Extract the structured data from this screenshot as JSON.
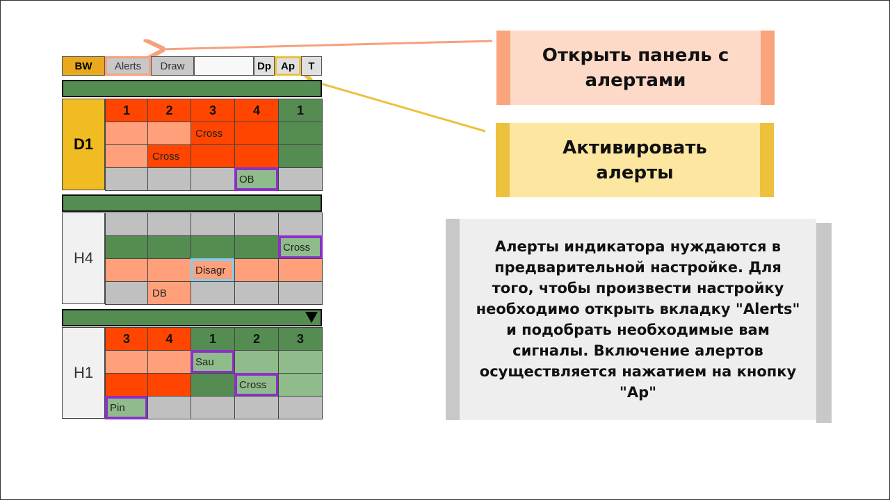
{
  "toolbar": {
    "bw": "BW",
    "alerts": "Alerts",
    "draw": "Draw",
    "dp": "Dp",
    "ap": "Ap",
    "t": "T"
  },
  "colors": {
    "R": "#ff4500",
    "P": "#ffa07a",
    "G": "#548c52",
    "L": "#8fbc8a",
    "S": "#c0c0c0",
    "purple": "#8b30c8",
    "blue": "#87ceeb"
  },
  "sections": [
    {
      "label": "D1",
      "rows": [
        [
          {
            "c": "R",
            "t": "1",
            "n": 1
          },
          {
            "c": "R",
            "t": "2",
            "n": 1
          },
          {
            "c": "R",
            "t": "3",
            "n": 1
          },
          {
            "c": "R",
            "t": "4",
            "n": 1
          },
          {
            "c": "G",
            "t": "1",
            "n": 1
          }
        ],
        [
          {
            "c": "P"
          },
          {
            "c": "P"
          },
          {
            "c": "R",
            "t": "Cross"
          },
          {
            "c": "R"
          },
          {
            "c": "G"
          }
        ],
        [
          {
            "c": "P"
          },
          {
            "c": "R",
            "t": "Cross"
          },
          {
            "c": "R"
          },
          {
            "c": "R"
          },
          {
            "c": "G"
          }
        ],
        [
          {
            "c": "S"
          },
          {
            "c": "S"
          },
          {
            "c": "S"
          },
          {
            "c": "L",
            "t": "OB",
            "h": "p"
          },
          {
            "c": "S"
          }
        ]
      ]
    },
    {
      "label": "H4",
      "rows": [
        [
          {
            "c": "S"
          },
          {
            "c": "S"
          },
          {
            "c": "S"
          },
          {
            "c": "S"
          },
          {
            "c": "S"
          }
        ],
        [
          {
            "c": "G"
          },
          {
            "c": "G"
          },
          {
            "c": "G"
          },
          {
            "c": "G"
          },
          {
            "c": "L",
            "t": "Cross",
            "h": "p"
          }
        ],
        [
          {
            "c": "P"
          },
          {
            "c": "P"
          },
          {
            "c": "P",
            "t": "Disagr",
            "h": "b"
          },
          {
            "c": "P"
          },
          {
            "c": "P"
          }
        ],
        [
          {
            "c": "S"
          },
          {
            "c": "P",
            "t": "DB"
          },
          {
            "c": "S"
          },
          {
            "c": "S"
          },
          {
            "c": "S"
          }
        ]
      ]
    },
    {
      "label": "H1",
      "rows": [
        [
          {
            "c": "R",
            "t": "3",
            "n": 1
          },
          {
            "c": "R",
            "t": "4",
            "n": 1
          },
          {
            "c": "G",
            "t": "1",
            "n": 1
          },
          {
            "c": "G",
            "t": "2",
            "n": 1
          },
          {
            "c": "G",
            "t": "3",
            "n": 1
          }
        ],
        [
          {
            "c": "P"
          },
          {
            "c": "P"
          },
          {
            "c": "L",
            "t": "Sau",
            "h": "p"
          },
          {
            "c": "L"
          },
          {
            "c": "L"
          }
        ],
        [
          {
            "c": "R"
          },
          {
            "c": "R"
          },
          {
            "c": "G"
          },
          {
            "c": "L",
            "t": "Cross",
            "h": "p"
          },
          {
            "c": "L"
          }
        ],
        [
          {
            "c": "L",
            "t": "Pin",
            "h": "p"
          },
          {
            "c": "S"
          },
          {
            "c": "S"
          },
          {
            "c": "S"
          },
          {
            "c": "S"
          }
        ]
      ]
    }
  ],
  "callouts": {
    "open_alerts": "Открыть панель с алертами",
    "activate_alerts": "Активировать алерты",
    "description": "Алерты индикатора нуждаются в предварительной настройке. Для того, чтобы произвести настройку необходимо открыть вкладку \"Alerts\" и подобрать необходимые вам сигналы. Включение алертов осуществляется нажатием на кнопку \"Ap\""
  }
}
